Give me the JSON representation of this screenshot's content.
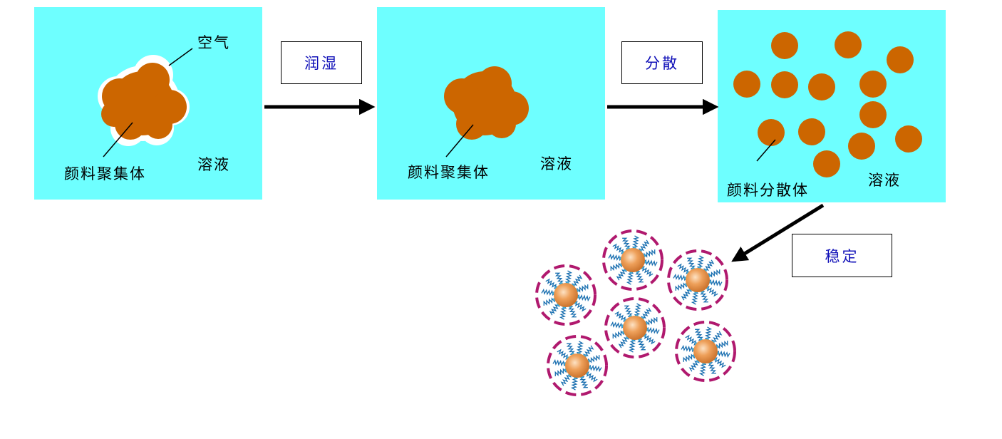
{
  "panels": {
    "aggregate": {
      "air_label": "空气",
      "particle_label": "颜料聚集体",
      "medium_label": "溶液"
    },
    "wetted": {
      "particle_label": "颜料聚集体",
      "medium_label": "溶液"
    },
    "dispersed": {
      "particle_label": "颜料分散体",
      "medium_label": "溶液"
    }
  },
  "steps": {
    "wetting": "润湿",
    "dispersing": "分散",
    "stabilizing": "稳定"
  },
  "stabilized_particle_count": 6,
  "colors": {
    "medium": "#6effff",
    "pigment": "#cc6600",
    "air_halo": "#ffffff",
    "step_text": "#1010b8",
    "shell": "#b0196e",
    "polymer_chain": "#1a6fb0",
    "core": "#e6913f"
  }
}
